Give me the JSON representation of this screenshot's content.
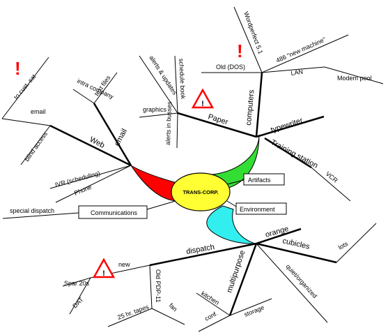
{
  "center": {
    "label": "TRANS-CORP."
  },
  "boxes": {
    "artifacts": "Artifacts",
    "environment": "Environment",
    "communications": "Communications"
  },
  "branches": {
    "web": "Web",
    "email": "email",
    "email_lower": "email",
    "ivr": "IVR (scheduling)",
    "phone": "Phone",
    "special_dispatch": "special dispatch",
    "to_cust_sat": "to cust. sat",
    "blind_access": "blind access",
    "intra_company": "intra company",
    "text_files": "text files",
    "paper": "Paper",
    "graphics": "graphics",
    "alerts_updates": "alerts & updates",
    "schedule_book": "schedule book",
    "alerts_in_busses": "alerts in busses",
    "computers": "computers",
    "old_dos": "Old (DOS)",
    "wordperfect": "Wordperfect 5.1",
    "new_machine": "486 \"new machine\"",
    "lan": "LAN",
    "modem_pool": "Modem pool",
    "typewriter": "typewriter",
    "training_station": "Training station",
    "vcr": "VCR",
    "dispatch": "dispatch",
    "new": "new",
    "spar_20s": "Spar 20s",
    "dat": "DAT",
    "old_pdp": "Old PDP-11",
    "tapes": "25 hr. tapes",
    "fan": "fan",
    "multipurpose": "multipurpose",
    "kitchen": "kitchen",
    "conf": "conf.",
    "storage": "storage",
    "quiet_organized": "quiet/organized",
    "orange": "orange",
    "cubicles": "cubicles",
    "lots": "lots"
  },
  "alerts": {
    "exclaim_1": "!",
    "exclaim_2": "!",
    "warning_1": "!",
    "warning_2": "!"
  },
  "colors": {
    "red_lobe": "#ff0000",
    "green_lobe": "#33dd33",
    "cyan_lobe": "#33eeee",
    "center_fill": "#ffff33",
    "alert_red": "#ff0000"
  }
}
